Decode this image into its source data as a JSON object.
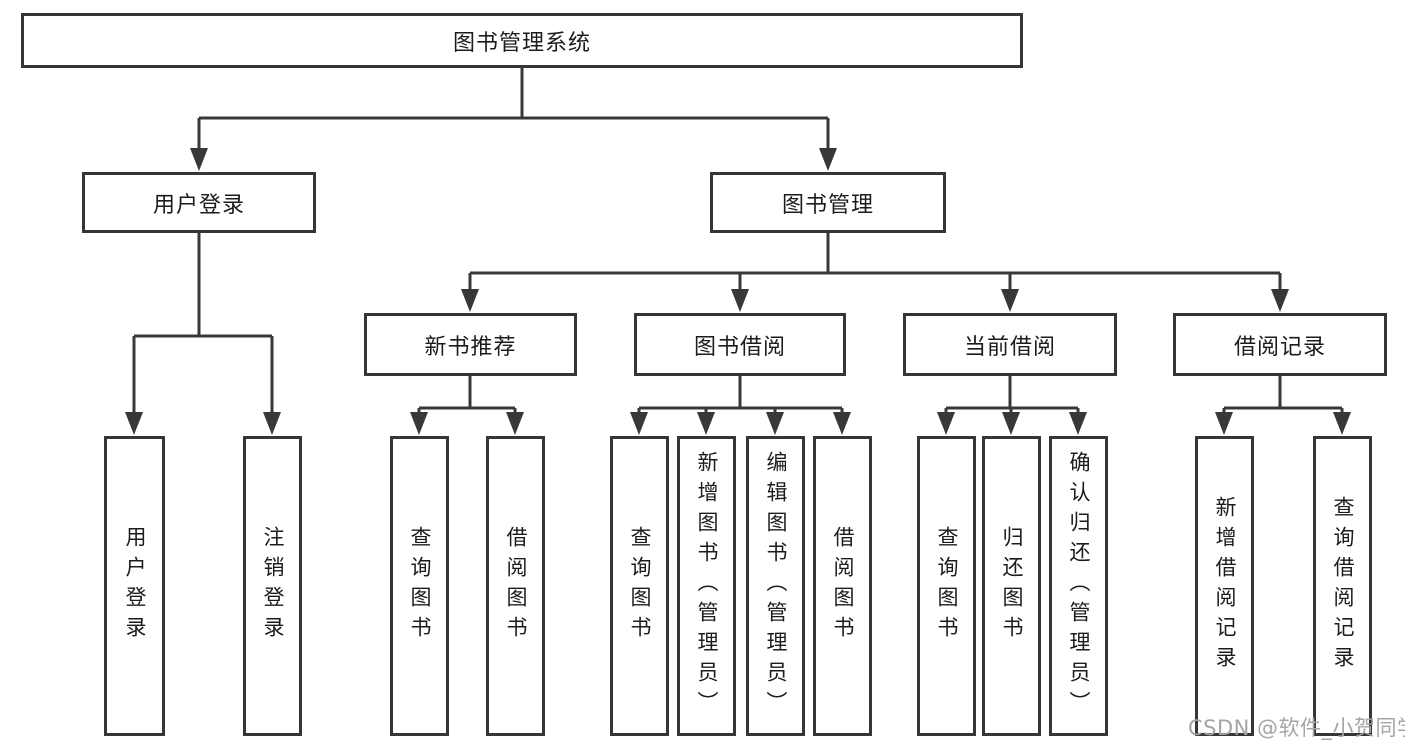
{
  "diagram": {
    "colors": {
      "line": "#383838",
      "border": "#363636",
      "text": "#1c1c1c",
      "watermark": "#a5a5a5",
      "background": "#ffffff"
    },
    "root": {
      "label": "图书管理系统"
    },
    "level2": [
      {
        "label": "用户登录"
      },
      {
        "label": "图书管理"
      }
    ],
    "level3": [
      {
        "label": "新书推荐",
        "parent": "图书管理"
      },
      {
        "label": "图书借阅",
        "parent": "图书管理"
      },
      {
        "label": "当前借阅",
        "parent": "图书管理"
      },
      {
        "label": "借阅记录",
        "parent": "图书管理"
      }
    ],
    "leaves": [
      {
        "label": "用户登录",
        "parent": "用户登录"
      },
      {
        "label": "注销登录",
        "parent": "用户登录"
      },
      {
        "label": "查询图书",
        "parent": "新书推荐"
      },
      {
        "label": "借阅图书",
        "parent": "新书推荐"
      },
      {
        "label": "查询图书",
        "parent": "图书借阅"
      },
      {
        "label": "新增图书（管理员）",
        "parent": "图书借阅"
      },
      {
        "label": "编辑图书（管理员）",
        "parent": "图书借阅"
      },
      {
        "label": "借阅图书",
        "parent": "图书借阅"
      },
      {
        "label": "查询图书",
        "parent": "当前借阅"
      },
      {
        "label": "归还图书",
        "parent": "当前借阅"
      },
      {
        "label": "确认归还（管理员）",
        "parent": "当前借阅"
      },
      {
        "label": "新增借阅记录",
        "parent": "借阅记录"
      },
      {
        "label": "查询借阅记录",
        "parent": "借阅记录"
      }
    ]
  },
  "watermark": {
    "label": "CSDN @软件_小贺同学"
  }
}
